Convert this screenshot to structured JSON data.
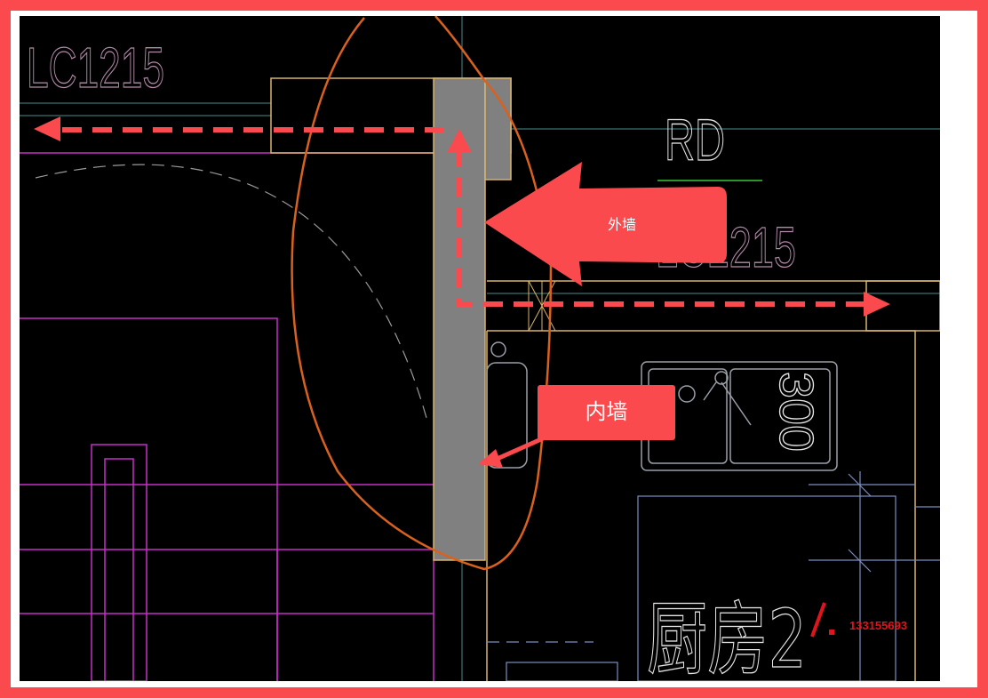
{
  "drawing": {
    "label_lc1215_top": "LC1215",
    "label_rd": "RD",
    "label_lc1215_mid": "LC1215",
    "label_300": "300",
    "label_kitchen": "厨房2"
  },
  "annotations": {
    "outer_wall": "外墙",
    "inner_wall": "内墙"
  },
  "watermark": {
    "text": "133155693"
  },
  "colors": {
    "annotation_red": "#fb4a4e",
    "wall_fill": "#808080",
    "orange_outline": "#d9611e",
    "magenta": "#c82fc8",
    "yellow": "#d8b56a",
    "cad_background": "#000000"
  }
}
